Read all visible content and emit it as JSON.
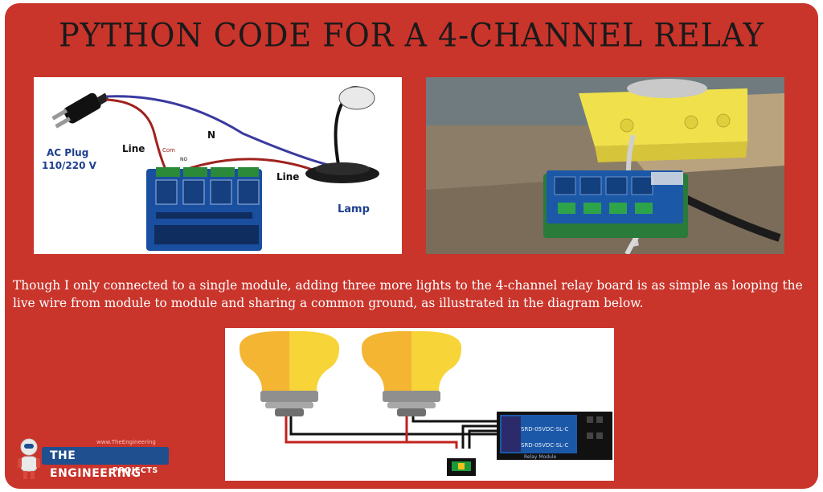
{
  "slide": {
    "title": "PYTHON CODE FOR A 4-CHANNEL RELAY",
    "body_text": "Though I only connected to a single module, adding three more lights to the 4-channel relay board is as simple as looping the live wire from module to module and sharing a common ground, as illustrated in the diagram below."
  },
  "wiring_diagram": {
    "plug_label_1": "AC Plug",
    "plug_label_2": "110/220 V",
    "line_label_1": "Line",
    "com_label": "Com",
    "no_label": "NO",
    "n_label": "N",
    "line_label_2": "Line",
    "lamp_label": "Lamp"
  },
  "relay_module": {
    "label_1": "SRD-05VDC-SL-C",
    "label_2": "SRD-05VDC-SL-C",
    "caption": "Relay Module"
  },
  "logo": {
    "brand": "THE ENGINEERING",
    "sub": "PROJECTS",
    "url": "www.TheEngineering"
  },
  "colors": {
    "background": "#c9342b",
    "wire_red": "#a0221e",
    "wire_blue": "#3a3aa0",
    "bulb_yellow": "#f7d438",
    "bulb_orange": "#f4b532",
    "relay_blue": "#1c58a8"
  }
}
